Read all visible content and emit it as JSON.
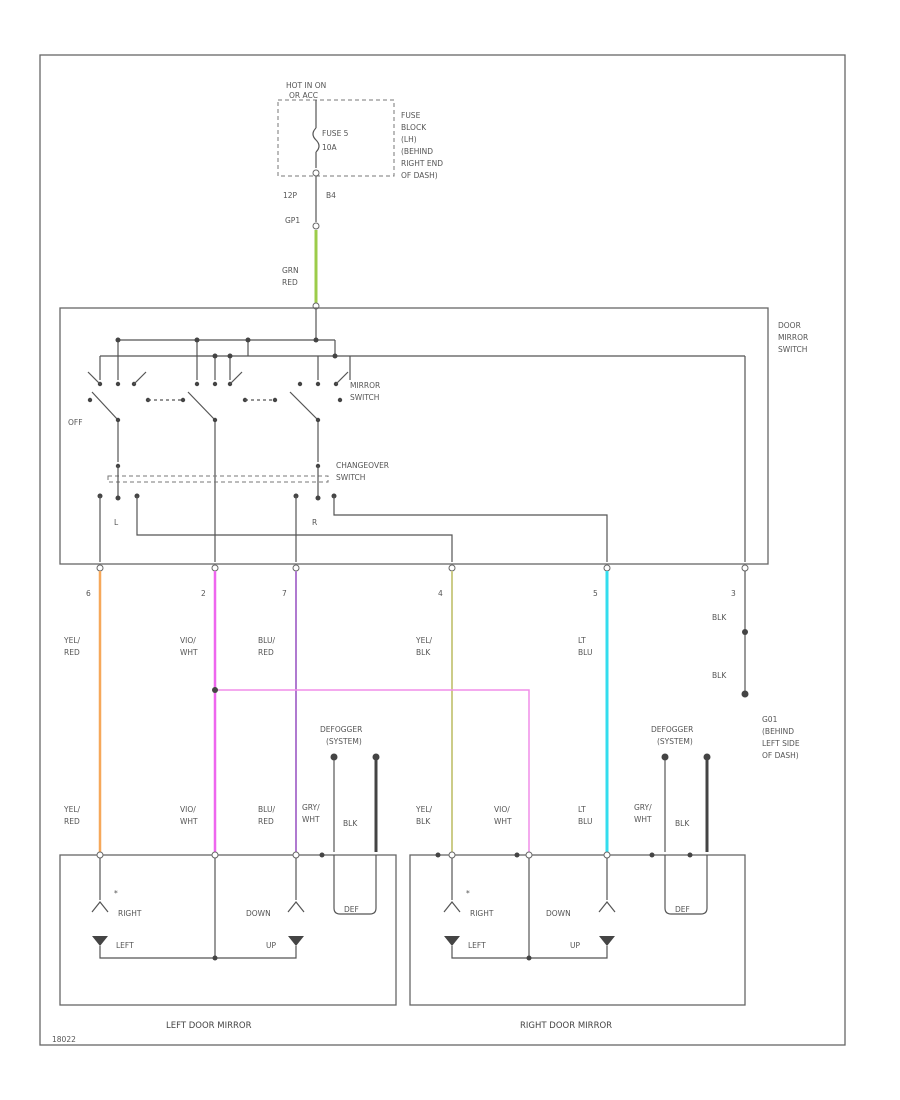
{
  "colors": {
    "background": "#ffffff",
    "line": "#555555",
    "grn_red": "#9ccc4a",
    "yel_red": "#f6a85a",
    "vio_wht": "#ee66ee",
    "blu_red": "#b07ad0",
    "yel_blk": "#cccc88",
    "lt_blu": "#33ddee",
    "pink": "#f08ee8",
    "gray": "#888888",
    "blk": "#444444"
  },
  "power": {
    "hot_label": "HOT IN ON",
    "hot_label2": "OR ACC",
    "fuse_name": "FUSE 5",
    "fuse_rating": "10A",
    "fuse_block": [
      "FUSE",
      "BLOCK",
      "(LH)",
      "(BEHIND",
      "RIGHT END",
      "OF DASH)"
    ],
    "conn_left": "12P",
    "conn_right": "B4",
    "splice": "GP1"
  },
  "feed_wire": [
    "GRN",
    "RED"
  ],
  "switch": {
    "title": [
      "DOOR",
      "MIRROR",
      "SWITCH"
    ],
    "mirror_switch": [
      "MIRROR",
      "SWITCH"
    ],
    "changeover": [
      "CHANGEOVER",
      "SWITCH"
    ],
    "off_label": "OFF",
    "l_label": "L",
    "r_label": "R",
    "pin_labels": [
      "6",
      "2",
      "7",
      "4",
      "5",
      "3"
    ]
  },
  "wires": [
    {
      "line1": "YEL/",
      "line2": "RED"
    },
    {
      "line1": "VIO/",
      "line2": "WHT"
    },
    {
      "line1": "BLU/",
      "line2": "RED"
    },
    {
      "line1": "YEL/",
      "line2": "BLK"
    },
    {
      "line1": "LT",
      "line2": "BLU"
    },
    {
      "line1": "BLK",
      "line2": ""
    }
  ],
  "ground": {
    "wire_top": "BLK",
    "wire_bottom": "BLK",
    "label": [
      "G01",
      "(BEHIND",
      "LEFT SIDE",
      "OF DASH)"
    ]
  },
  "defogger": {
    "label": [
      "DEFOGGER",
      "(SYSTEM)"
    ],
    "gry_wht": [
      "GRY/",
      "WHT"
    ],
    "blk": "BLK",
    "element": "DEF"
  },
  "mirror_wires": {
    "left": [
      {
        "line1": "YEL/",
        "line2": "RED"
      },
      {
        "line1": "VIO/",
        "line2": "WHT"
      },
      {
        "line1": "BLU/",
        "line2": "RED"
      },
      {
        "line1": "GRY/",
        "line2": "WHT"
      }
    ],
    "right": [
      {
        "line1": "YEL/",
        "line2": "BLK"
      },
      {
        "line1": "VIO/",
        "line2": "WHT"
      },
      {
        "line1": "LT",
        "line2": "BLU"
      },
      {
        "line1": "GRY/",
        "line2": "WHT"
      }
    ]
  },
  "motors": {
    "right": "RIGHT",
    "left": "LEFT",
    "down": "DOWN",
    "up": "UP"
  },
  "mirrors": {
    "left_title": "LEFT DOOR MIRROR",
    "right_title": "RIGHT DOOR MIRROR"
  },
  "diagram_id": "18022"
}
